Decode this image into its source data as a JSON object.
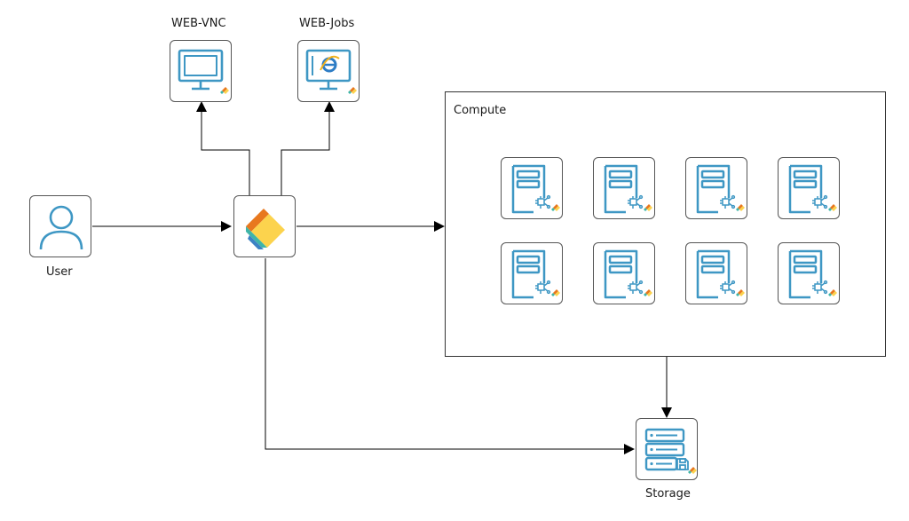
{
  "nodes": {
    "web_vnc": {
      "label": "WEB-VNC",
      "icon": "monitor-icon"
    },
    "web_jobs": {
      "label": "WEB-Jobs",
      "icon": "browser-monitor-icon"
    },
    "user": {
      "label": "User",
      "icon": "user-icon"
    },
    "hub": {
      "label": "",
      "icon": "layers-logo-icon"
    },
    "storage": {
      "label": "Storage",
      "icon": "storage-server-icon"
    }
  },
  "compute": {
    "title": "Compute",
    "server_count": 8,
    "server_icon": "compute-server-icon"
  },
  "colors": {
    "icon_blue": "#3e97c4",
    "edge": "#000000",
    "logo_orange": "#e8781e",
    "logo_yellow": "#fcd34d",
    "logo_teal": "#3fb5a8",
    "logo_blue": "#3b82c4"
  }
}
